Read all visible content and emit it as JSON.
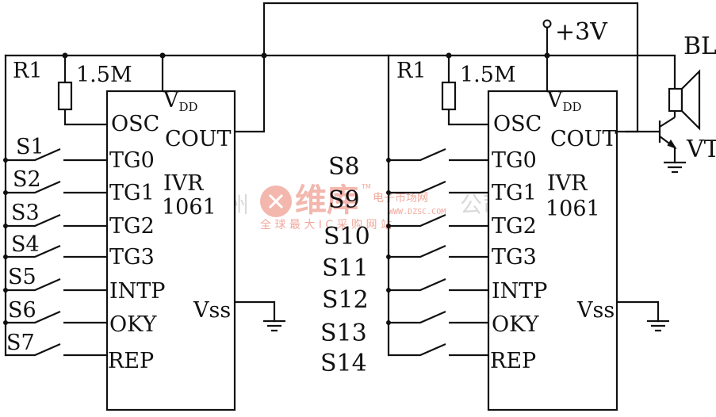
{
  "supply": {
    "label": "+3V"
  },
  "speaker": {
    "label": "BL"
  },
  "transistor": {
    "label": "VT"
  },
  "left_circuit": {
    "resistor_name": "R1",
    "resistor_value": "1.5M",
    "chip": {
      "name_line1": "IVR",
      "name_line2": "1061",
      "vdd_main": "V",
      "vdd_sub": "DD",
      "cout": "COUT",
      "vss": "Vss"
    },
    "pins": [
      "OSC",
      "TG0",
      "TG1",
      "TG2",
      "TG3",
      "INTP",
      "OKY",
      "REP"
    ],
    "switches": [
      "S1",
      "S2",
      "S3",
      "S4",
      "S5",
      "S6",
      "S7"
    ]
  },
  "right_circuit": {
    "resistor_name": "R1",
    "resistor_value": "1.5M",
    "chip": {
      "name_line1": "IVR",
      "name_line2": "1061",
      "vdd_main": "V",
      "vdd_sub": "DD",
      "cout": "COUT",
      "vss": "Vss"
    },
    "pins": [
      "OSC",
      "TG0",
      "TG1",
      "TG2",
      "TG3",
      "INTP",
      "OKY",
      "REP"
    ],
    "switches": [
      "S8",
      "S9",
      "S10",
      "S11",
      "S12",
      "S13",
      "S14"
    ]
  },
  "watermark": {
    "left_text": "杭州",
    "right_text": "公司",
    "brand": "维库",
    "brand_suffix": "电子市场网",
    "trademark": "TM",
    "url": "WWW.DZSC.COM",
    "slogan": "全 球 最 大 I C 采 购 网 站"
  },
  "colors": {
    "ink": "#111111",
    "watermark_gray": "#d9d9d9",
    "watermark_red": "#f2a99d"
  }
}
